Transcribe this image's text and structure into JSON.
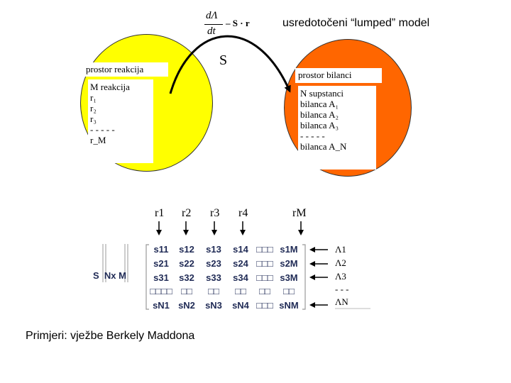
{
  "formula": {
    "numerator": "dΛ",
    "denominator": "dt",
    "rhs": "– S · r"
  },
  "title": "usredotočeni “lumped” model",
  "s_label": "S",
  "left_circle": {
    "color": "#ffff00",
    "header": "prostor reakcija",
    "lines": [
      "M reakcija",
      "r₁",
      "r₂",
      "r₃",
      "- - - - -",
      "r_M"
    ]
  },
  "right_circle": {
    "color": "#ff6600",
    "header": "prostor bilanci",
    "lines": [
      "N supstanci",
      "bilanca A₁",
      "bilanca A₂",
      "bilanca A₃",
      "- - - - -",
      "bilanca A_N"
    ]
  },
  "matrix_label": "S  Nx M",
  "r_columns": [
    "r1",
    "r2",
    "r3",
    "r4",
    "rM"
  ],
  "matrix_rows": [
    [
      "s11",
      "s12",
      "s13",
      "s14",
      "□□□",
      "s1M"
    ],
    [
      "s21",
      "s22",
      "s23",
      "s24",
      "□□□",
      "s2M"
    ],
    [
      "s31",
      "s32",
      "s33",
      "s34",
      "□□□",
      "s3M"
    ],
    [
      "□□□□",
      "□□",
      "□□",
      "□□",
      "□□",
      "□□"
    ],
    [
      "sN1",
      "sN2",
      "sN3",
      "sN4",
      "□□□",
      "sNM"
    ]
  ],
  "lambda_rows": [
    "Λ1",
    "Λ2",
    "Λ3",
    "- - -",
    "ΛN"
  ],
  "footer": "Primjeri: vježbe Berkely Maddona"
}
